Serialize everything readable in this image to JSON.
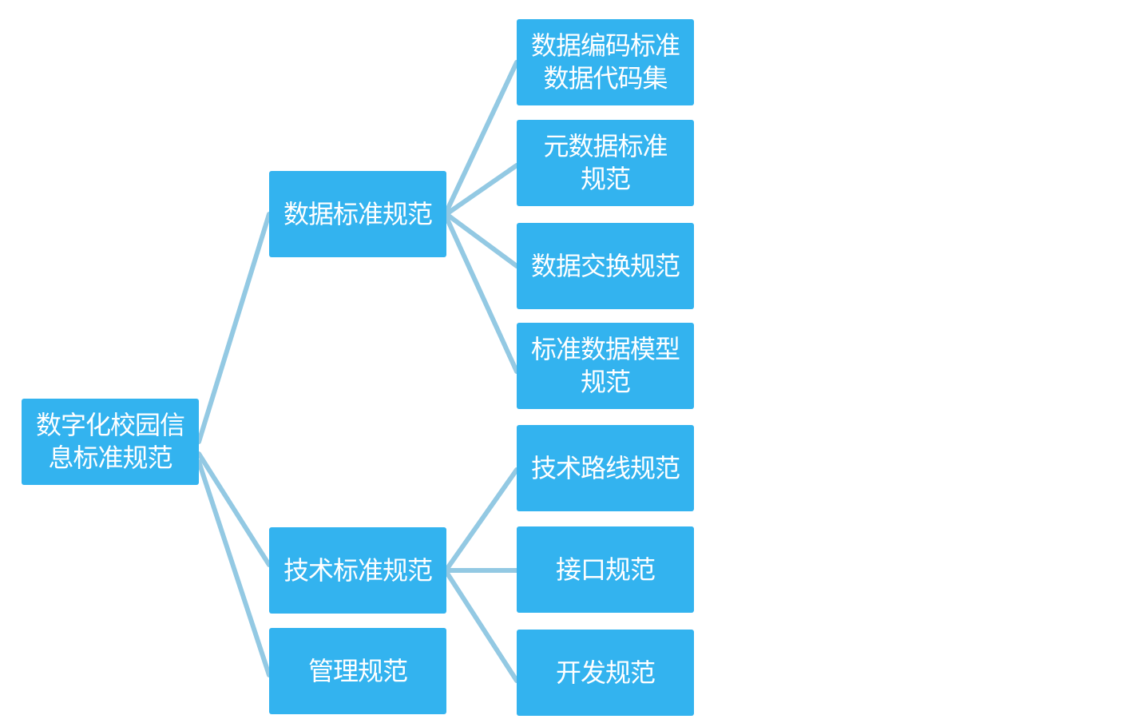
{
  "diagram": {
    "root": {
      "label": "数字化校园信\n息标准规范"
    },
    "level1": {
      "data_standard": {
        "label": "数据标准规范"
      },
      "tech_standard": {
        "label": "技术标准规范"
      },
      "management": {
        "label": "管理规范"
      }
    },
    "level2": {
      "data_encoding": {
        "label": "数据编码标准\n数据代码集"
      },
      "metadata": {
        "label": "元数据标准\n规范"
      },
      "data_exchange": {
        "label": "数据交换规范"
      },
      "data_model": {
        "label": "标准数据模型\n规范"
      },
      "tech_route": {
        "label": "技术路线规范"
      },
      "interface": {
        "label": "接口规范"
      },
      "development": {
        "label": "开发规范"
      }
    },
    "colors": {
      "node_fill": "#33b3ef",
      "node_text": "#ffffff",
      "connector": "#93c9e3"
    }
  }
}
